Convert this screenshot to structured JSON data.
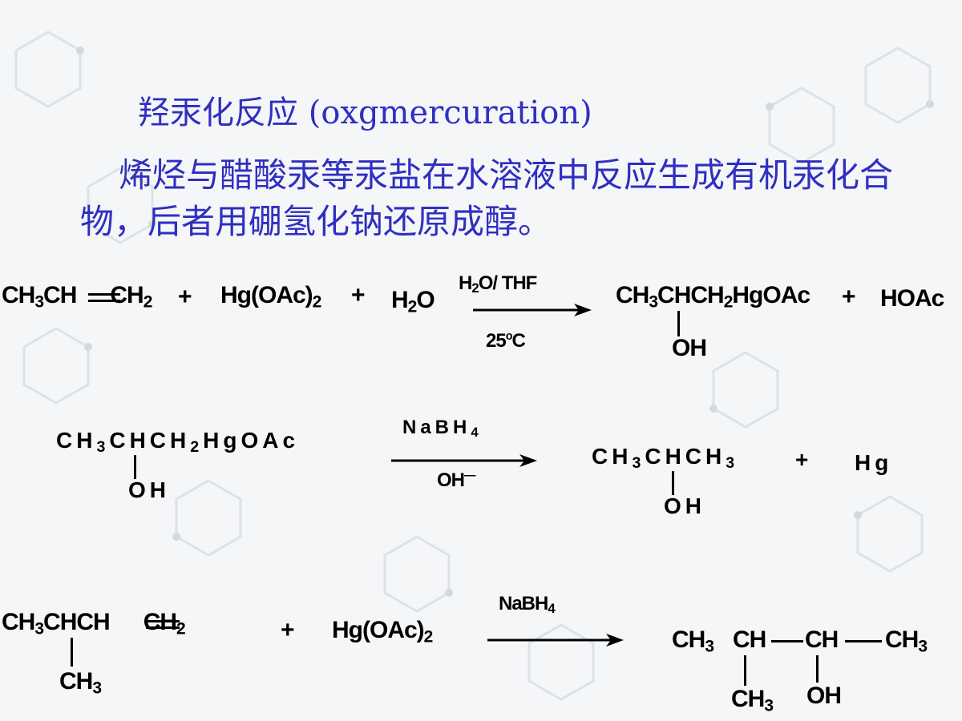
{
  "title": "羟汞化反应 (oxgmercuration)",
  "paragraph": "烯烃与醋酸汞等汞盐在水溶液中反应生成有机汞化合物，后者用硼氢化钠还原成醇。",
  "reaction1": {
    "reactant_a": "CH",
    "reactant_a_sub1": "3",
    "reactant_a_mid": "CH",
    "reactant_a_tail": "CH",
    "reactant_a_sub2": "2",
    "plus1": "+",
    "reagent_main": "Hg(OAc)",
    "reagent_sub": "2",
    "plus2": "+",
    "water": "H",
    "water_sub": "2",
    "water_tail": "O",
    "cond_top": "H",
    "cond_top_sub": "2",
    "cond_top_tail": "O/ THF",
    "cond_bottom": "25",
    "cond_bottom_deg": "o",
    "cond_bottom_tail": "C",
    "product_head": "CH",
    "product_sub1": "3",
    "product_mid": "CHCH",
    "product_sub2": "2",
    "product_tail": "HgOAc",
    "product_oh": "OH",
    "plus3": "+",
    "byproduct": "HOAc"
  },
  "reaction2": {
    "reactant_head": "CH",
    "reactant_sub1": "3",
    "reactant_mid": "CHCH",
    "reactant_sub2": "2",
    "reactant_tail": "HgOAc",
    "reactant_oh": "OH",
    "cond_top": "NaBH",
    "cond_top_sub": "4",
    "cond_bottom": "OH",
    "cond_bottom_charge": "—",
    "product_head": "CH",
    "product_sub1": "3",
    "product_mid": "CHCH",
    "product_sub2": "3",
    "product_oh": "OH",
    "plus": "+",
    "byproduct": "Hg"
  },
  "reaction3": {
    "reactant_head": "CH",
    "reactant_sub1": "3",
    "reactant_mid": "CHCH",
    "reactant_tail": "CH",
    "reactant_sub2": "2",
    "reactant_branch": "CH",
    "reactant_branch_sub": "3",
    "plus": "+",
    "reagent_main": "Hg(OAc)",
    "reagent_sub": "2",
    "cond_top": "NaBH",
    "cond_top_sub": "4",
    "product_c1": "CH",
    "product_c1_sub": "3",
    "product_c2": "CH",
    "product_c3": "CH",
    "product_c4": "CH",
    "product_c4_sub": "3",
    "product_branch": "CH",
    "product_branch_sub": "3",
    "product_oh": "OH"
  }
}
